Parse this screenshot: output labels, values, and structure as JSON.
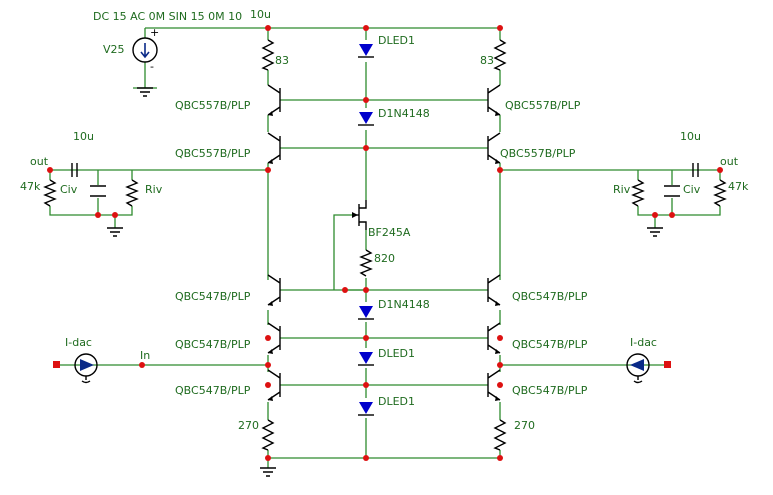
{
  "colors": {
    "wire": "#2e8b2e",
    "label": "#1f6b1f",
    "node": "#dd1111",
    "component": "#000000",
    "diode_fill": "#0000cc",
    "source_fill": "#0a2a88"
  },
  "source": {
    "spec": "DC 15 AC 0M SIN 15 0M 10",
    "name": "V25",
    "plus": "+",
    "minus": "-"
  },
  "top_resistor_label": "10u",
  "left": {
    "r_top": "83",
    "q1": "QBC557B/PLP",
    "q2": "QBC557B/PLP",
    "q3": "QBC547B/PLP",
    "q4": "QBC547B/PLP",
    "q5": "QBC547B/PLP",
    "r_bottom": "270",
    "out_label": "out",
    "cap_label": "10u",
    "r_out": "47k",
    "civ": "Civ",
    "riv": "Riv",
    "idac": "I-dac",
    "in_label": "In"
  },
  "right": {
    "r_top": "83",
    "q1": "QBC557B/PLP",
    "q2": "QBC557B/PLP",
    "q3": "QBC547B/PLP",
    "q4": "QBC547B/PLP",
    "q5": "QBC547B/PLP",
    "r_bottom": "270",
    "out_label": "out",
    "cap_label": "10u",
    "r_out": "47k",
    "civ": "Civ",
    "riv": "Riv",
    "idac": "I-dac"
  },
  "center": {
    "d1": "DLED1",
    "d2": "D1N4148",
    "jfet": "BF245A",
    "r_jfet": "820",
    "d3": "D1N4148",
    "d4": "DLED1",
    "d5": "DLED1"
  }
}
